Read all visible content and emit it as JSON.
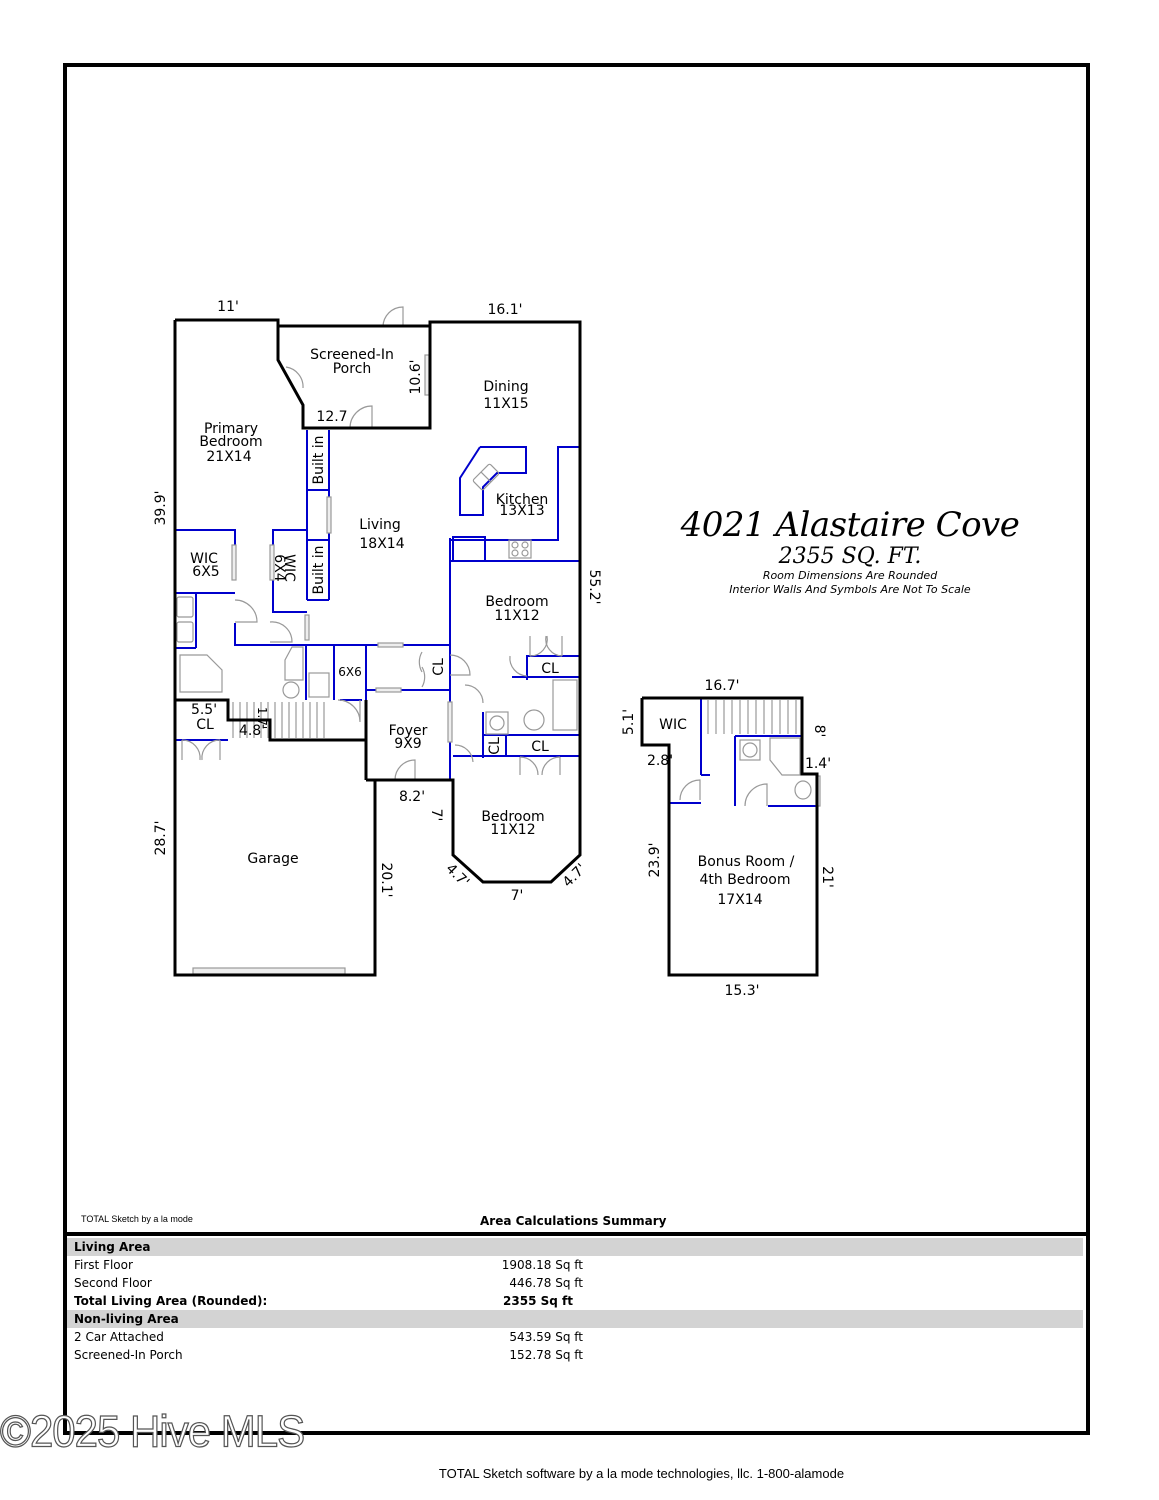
{
  "title": {
    "address": "4021 Alastaire Cove",
    "sqft": "2355 SQ. FT.",
    "note_1": "Room Dimensions Are Rounded",
    "note_2": "Interior Walls And Symbols Are Not To Scale"
  },
  "first_floor": {
    "rooms": {
      "porch": [
        "Screened-In",
        "Porch"
      ],
      "dining": [
        "Dining",
        "11X15"
      ],
      "primary": [
        "Primary",
        "Bedroom",
        "21X14"
      ],
      "kitchen": [
        "Kitchen",
        "13X13"
      ],
      "living": [
        "Living",
        "18X14"
      ],
      "wic1": [
        "WIC",
        "6X5"
      ],
      "wic2": [
        "WIC",
        "6X4"
      ],
      "builtin_1": "Built in",
      "builtin_2": "Built in",
      "bedroom_a": [
        "Bedroom",
        "11X12"
      ],
      "laundry": "6X6",
      "cl_hall": "CL",
      "cl_bed_a": "CL",
      "cl_garage": [
        "5.5'",
        "CL"
      ],
      "foyer": [
        "Foyer",
        "9X9"
      ],
      "cl_bath": "CL",
      "cl_bed_b": "CL",
      "bedroom_b": [
        "Bedroom",
        "11X12"
      ],
      "garage": "Garage"
    },
    "dimensions": {
      "top_left": "11'",
      "top_right": "16.1'",
      "porch_side": "10.6'",
      "porch_bottom": "12.7",
      "left_upper": "39.9'",
      "right_side": "55.2'",
      "stair_w": "4.8'",
      "stair_h": "1.7'",
      "foyer_bottom": "8.2'",
      "bay_side": "7'",
      "bay_left": "4.7'",
      "bay_bottom": "7'",
      "bay_right": "4.7'",
      "garage_left": "28.7'",
      "garage_right": "20.1'"
    }
  },
  "second_floor": {
    "rooms": {
      "wic": "WIC",
      "bonus": [
        "Bonus Room /",
        "4th Bedroom",
        "17X14"
      ]
    },
    "dimensions": {
      "top": "16.7'",
      "left_top": "5.1'",
      "step": "2.8'",
      "right_top": "8'",
      "right_step": "1.4'",
      "left": "23.9'",
      "right": "21'",
      "bottom": "15.3'"
    }
  },
  "summary": {
    "software_label": "TOTAL Sketch by a la mode",
    "title": "Area Calculations Summary",
    "rows": [
      {
        "type": "section",
        "label": "Living Area",
        "value": ""
      },
      {
        "type": "item",
        "label": "First Floor",
        "value": "1908.18 Sq ft"
      },
      {
        "type": "item",
        "label": "Second Floor",
        "value": "446.78 Sq ft"
      },
      {
        "type": "total",
        "label": "Total Living Area (Rounded):",
        "value": "2355 Sq ft"
      },
      {
        "type": "section",
        "label": "Non-living Area",
        "value": ""
      },
      {
        "type": "item",
        "label": "2 Car Attached",
        "value": "543.59 Sq ft"
      },
      {
        "type": "item",
        "label": "Screened-In Porch",
        "value": "152.78 Sq ft"
      }
    ]
  },
  "watermark": "©2025 Hive MLS",
  "footer": "TOTAL Sketch software by a la mode technologies, llc. 1-800-alamode",
  "colors": {
    "exterior_wall": "#000000",
    "interior_wall": "#0000cc",
    "fixture": "#999999",
    "section_bg": "#d3d3d3"
  }
}
